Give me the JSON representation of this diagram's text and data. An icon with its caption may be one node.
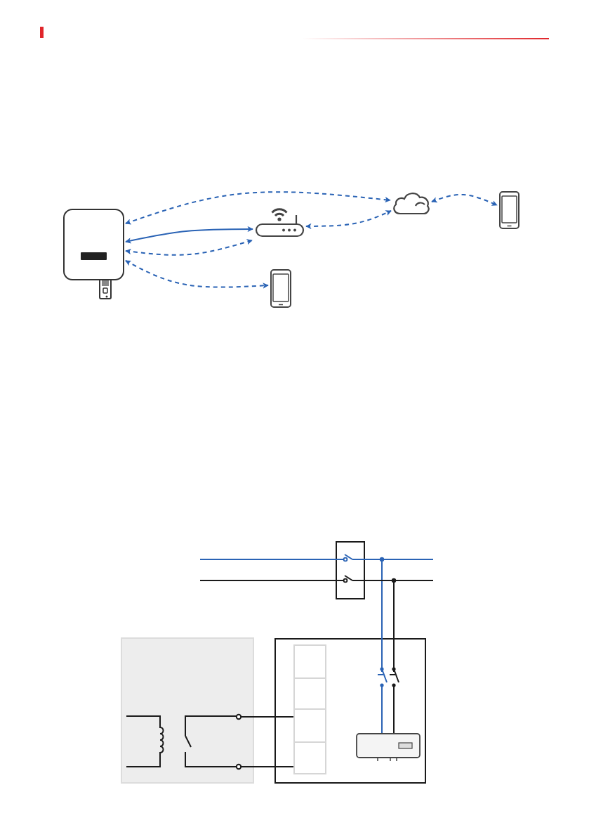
{
  "diagram": {
    "nodes": [
      {
        "text": [],
        "shape": "picture"
      },
      {
        "text": [],
        "shape": "picture"
      },
      {
        "text": [],
        "shape": "picture"
      },
      {
        "text": [],
        "shape": "cloud"
      },
      {
        "text": [],
        "shape": "picture"
      },
      {
        "text": [],
        "shape": "box"
      },
      {
        "text": [],
        "shape": "box"
      },
      {
        "text": [],
        "shape": "box"
      },
      {
        "text": [],
        "shape": "bar",
        "in": 7
      },
      {
        "text": [],
        "shape": "picture",
        "in": 7
      }
    ],
    "edges": [
      {
        "from": 0,
        "to": 3,
        "arrow": "both",
        "style": "dashed"
      },
      {
        "from": 0,
        "to": 1,
        "arrow": "both"
      },
      {
        "from": 0,
        "to": 1,
        "arrow": "both",
        "style": "dashed"
      },
      {
        "from": 0,
        "to": 2,
        "arrow": "both",
        "style": "dashed"
      },
      {
        "from": 1,
        "to": 3,
        "arrow": "both",
        "style": "dashed"
      },
      {
        "from": 3,
        "to": 4,
        "arrow": "both",
        "style": "dashed"
      },
      {
        "from": null,
        "to": 5,
        "arrow": "none"
      },
      {
        "from": 5,
        "to": null,
        "arrow": "none"
      },
      {
        "from": null,
        "to": 5,
        "arrow": "none",
        "color": "#1a1a1a"
      },
      {
        "from": 5,
        "to": null,
        "arrow": "none",
        "color": "#1a1a1a"
      },
      {
        "from": 5,
        "to": 9,
        "arrow": "none"
      },
      {
        "from": 5,
        "to": 9,
        "arrow": "none",
        "color": "#1a1a1a"
      },
      {
        "from": 6,
        "to": 8,
        "arrow": "none",
        "color": "#1a1a1a"
      },
      {
        "from": 6,
        "to": 8,
        "arrow": "none",
        "color": "#1a1a1a"
      }
    ]
  }
}
